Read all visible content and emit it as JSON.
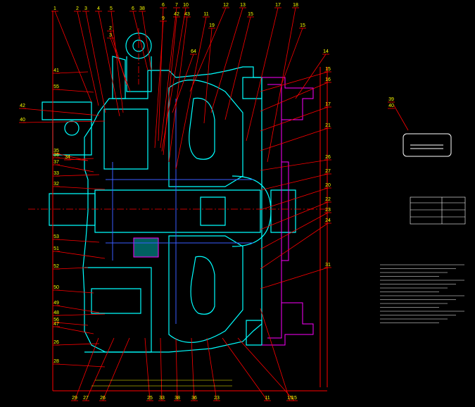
{
  "balloons_top": [
    "1",
    "2",
    "3",
    "4",
    "5",
    "6",
    "38",
    "6",
    "7",
    "10",
    "42",
    "43",
    "11",
    "12",
    "13",
    "15",
    "17",
    "18"
  ],
  "balloons_top_lower": [
    "2",
    "3",
    "9",
    "64",
    "19",
    "15",
    "14"
  ],
  "balloons_left": [
    "41",
    "55",
    "42",
    "40",
    "36",
    "37",
    "33",
    "32",
    "35",
    "34",
    "53",
    "51",
    "52",
    "50",
    "49",
    "48",
    "56",
    "47",
    "26",
    "28"
  ],
  "balloons_right": [
    "15",
    "16",
    "17",
    "21",
    "26",
    "27",
    "20",
    "22",
    "23",
    "24",
    "31",
    "15"
  ],
  "balloons_bottom": [
    "29",
    "27",
    "26",
    "25",
    "33",
    "38",
    "36",
    "23",
    "11",
    "15"
  ],
  "balloons_part_ref": [
    "39",
    "40"
  ],
  "colors": {
    "background": "#000000",
    "outline": "#00ffff",
    "leader": "#ff0000",
    "labels": "#ffff00",
    "hatch": "#ff00ff",
    "centerline": "#ff0000",
    "detail": "#0000ff",
    "notes": "#ffffff"
  }
}
